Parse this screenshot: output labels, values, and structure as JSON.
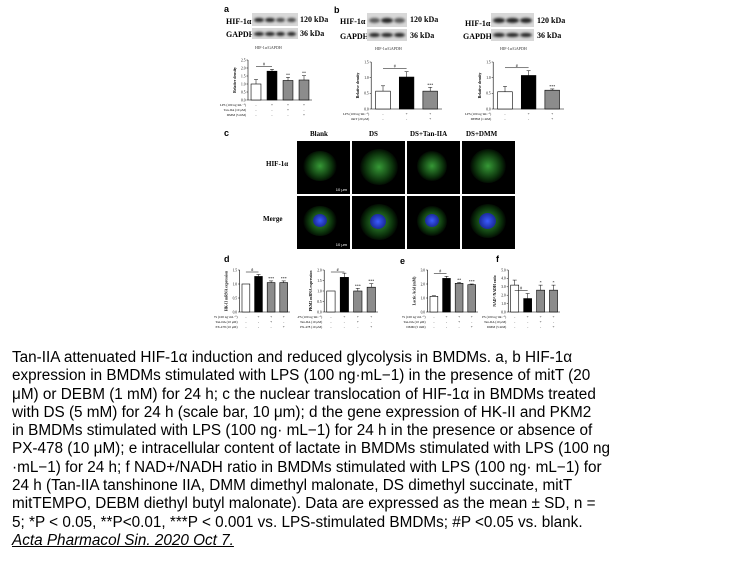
{
  "panels": {
    "a": {
      "letter": "a",
      "blot_labels": [
        "HIF-1α",
        "GAPDH"
      ],
      "sizes": [
        "120 kDa",
        "36 kDa"
      ],
      "chart_title": "HIF-1α/GAPDH"
    },
    "b": {
      "letter": "b",
      "blot_labels": [
        "HIF-1α",
        "GAPDH"
      ],
      "sizes": [
        "120 kDa",
        "36 kDa"
      ],
      "chart_title": "HIF-1α/GAPDH"
    },
    "b2": {
      "blot_labels": [
        "HIF-1α",
        "GAPDH"
      ],
      "sizes": [
        "120 kDa",
        "36 kDa"
      ],
      "chart_title": "HIF-1α/GAPDH"
    },
    "c": {
      "letter": "c",
      "columns": [
        "Blank",
        "DS",
        "DS+Tan-IIA",
        "DS+DMM"
      ],
      "rows": [
        "HIF-1α",
        "Merge"
      ],
      "scale_bar": "10 μm"
    },
    "d": {
      "letter": "d"
    },
    "e": {
      "letter": "e"
    },
    "f": {
      "letter": "f"
    }
  },
  "chart_data": [
    {
      "id": "a",
      "type": "bar",
      "ylabel": "Relative density",
      "ylim": [
        0,
        2.5
      ],
      "ticks": [
        0,
        0.5,
        1.0,
        1.5,
        2.0,
        2.5
      ],
      "values": [
        1.0,
        1.8,
        1.22,
        1.25
      ],
      "errors": [
        0.28,
        0.12,
        0.2,
        0.27
      ],
      "sig": [
        "",
        "",
        "**",
        "**"
      ],
      "hash": "#",
      "conditions": [
        {
          "label": "LPS (100 ng·mL⁻¹)",
          "marks": [
            "-",
            "+",
            "+",
            "+"
          ]
        },
        {
          "label": "Tan-IIA (10 μM)",
          "marks": [
            "-",
            "-",
            "+",
            "-"
          ]
        },
        {
          "label": "DMM (5 mM)",
          "marks": [
            "-",
            "-",
            "-",
            "+"
          ]
        }
      ]
    },
    {
      "id": "b1",
      "type": "bar",
      "ylabel": "Relative density",
      "ylim": [
        0,
        1.5
      ],
      "ticks": [
        0,
        0.5,
        1.0,
        1.5
      ],
      "values": [
        0.57,
        1.02,
        0.57
      ],
      "errors": [
        0.17,
        0.17,
        0.12
      ],
      "sig": [
        "",
        "",
        "***"
      ],
      "hash": "#",
      "conditions": [
        {
          "label": "LPS (100 ng·mL⁻¹)",
          "marks": [
            "-",
            "+",
            "+"
          ]
        },
        {
          "label": "mitT (20 μM)",
          "marks": [
            "-",
            "-",
            "+"
          ]
        }
      ]
    },
    {
      "id": "b2",
      "type": "bar",
      "ylabel": "Relative density",
      "ylim": [
        0,
        1.5
      ],
      "ticks": [
        0,
        0.5,
        1.0,
        1.5
      ],
      "values": [
        0.55,
        1.07,
        0.6
      ],
      "errors": [
        0.17,
        0.15,
        0.04
      ],
      "sig": [
        "",
        "",
        "***"
      ],
      "hash": "#",
      "conditions": [
        {
          "label": "LPS (100 ng·mL⁻¹)",
          "marks": [
            "-",
            "+",
            "+"
          ]
        },
        {
          "label": "DEBM (1 mM)",
          "marks": [
            "-",
            "-",
            "+"
          ]
        }
      ]
    },
    {
      "id": "d1",
      "type": "bar",
      "ylabel": "HK-II mRNA expression",
      "ylim": [
        0,
        1.5
      ],
      "ticks": [
        0,
        0.5,
        1.0,
        1.5
      ],
      "values": [
        1.0,
        1.27,
        1.05,
        1.05
      ],
      "errors": [
        0,
        0.07,
        0.06,
        0.06
      ],
      "sig": [
        "",
        "",
        "***",
        "***"
      ],
      "hash": "#",
      "conditions": [
        {
          "label": "LPS (100 ng·mL⁻¹)",
          "marks": [
            "-",
            "+",
            "+",
            "+"
          ]
        },
        {
          "label": "Tan-IIA (10 μM)",
          "marks": [
            "-",
            "-",
            "+",
            "-"
          ]
        },
        {
          "label": "PX-478 (10 μM)",
          "marks": [
            "-",
            "-",
            "-",
            "+"
          ]
        }
      ]
    },
    {
      "id": "d2",
      "type": "bar",
      "ylabel": "PKM2 mRNA expression",
      "ylim": [
        0,
        2.0
      ],
      "ticks": [
        0,
        0.5,
        1.0,
        1.5,
        2.0
      ],
      "values": [
        1.0,
        1.65,
        1.0,
        1.18
      ],
      "errors": [
        0,
        0.2,
        0.13,
        0.17
      ],
      "sig": [
        "",
        "",
        "***",
        "***"
      ],
      "hash": "#",
      "conditions": [
        {
          "label": "LPS (100 ng·mL⁻¹)",
          "marks": [
            "-",
            "+",
            "+",
            "+"
          ]
        },
        {
          "label": "Tan-IIA (10 μM)",
          "marks": [
            "-",
            "-",
            "+",
            "-"
          ]
        },
        {
          "label": "PX-478 (10 μM)",
          "marks": [
            "-",
            "-",
            "-",
            "+"
          ]
        }
      ]
    },
    {
      "id": "e",
      "type": "bar",
      "ylabel": "Lactic Acid (mM)",
      "ylim": [
        0,
        3
      ],
      "ticks": [
        0,
        1,
        2,
        3
      ],
      "values": [
        1.12,
        2.4,
        2.05,
        1.95
      ],
      "errors": [
        0.04,
        0.15,
        0.06,
        0.05
      ],
      "sig": [
        "",
        "",
        "**",
        "***"
      ],
      "hash": "#",
      "conditions": [
        {
          "label": "LPS (100 ng·mL⁻¹)",
          "marks": [
            "-",
            "+",
            "+",
            "+"
          ]
        },
        {
          "label": "Tan-IIA (10 μM)",
          "marks": [
            "-",
            "-",
            "+",
            "-"
          ]
        },
        {
          "label": "DMM (5 mM)",
          "marks": [
            "-",
            "-",
            "-",
            "+"
          ]
        }
      ]
    },
    {
      "id": "f",
      "type": "bar",
      "ylabel": "NAD⁺/NADH ratio",
      "ylim": [
        0,
        5
      ],
      "ticks": [
        0,
        1,
        2,
        3,
        4,
        5
      ],
      "values": [
        3.2,
        1.6,
        2.6,
        2.6
      ],
      "errors": [
        0.6,
        0.6,
        0.6,
        0.6
      ],
      "sig": [
        "",
        "",
        "*",
        "*"
      ],
      "hash": "#",
      "conditions": [
        {
          "label": "LPS (100 ng·mL⁻¹)",
          "marks": [
            "-",
            "+",
            "+",
            "+"
          ]
        },
        {
          "label": "Tan-IIA (10 μM)",
          "marks": [
            "-",
            "-",
            "+",
            "-"
          ]
        },
        {
          "label": "DMM (5 mM)",
          "marks": [
            "-",
            "-",
            "-",
            "+"
          ]
        }
      ]
    }
  ],
  "colors": {
    "bars": [
      "#ffffff",
      "#000000",
      "#8c8c8c",
      "#8c8c8c"
    ]
  },
  "caption": {
    "lines": [
      "Tan-IIA attenuated HIF-1α induction and reduced glycolysis in BMDMs. a, b HIF-1α",
      "expression in BMDMs stimulated with LPS (100 ng·mL−1) in the presence of mitT (20",
      "μM) or DEBM (1 mM) for 24 h; c the nuclear translocation of HIF-1α in BMDMs treated",
      "with DS (5 mM) for 24 h (scale bar, 10 μm); d the gene expression of HK-II and PKM2",
      "in BMDMs stimulated with LPS (100 ng· mL−1) for 24 h in the presence or absence of",
      "PX-478 (10 μM); e intracellular content of lactate in BMDMs stimulated with LPS (100 ng",
      "·mL−1) for 24 h; f NAD+/NADH ratio in BMDMs stimulated with LPS (100 ng· mL−1) for",
      "24 h (Tan-IIA tanshinone IIA, DMM dimethyl malonate, DS dimethyl succinate, mitT",
      "mitTEMPO, DEBM diethyl butyl malonate). Data are expressed as the mean ± SD, n =",
      "5; *P < 0.05, **P<0.01, ***P < 0.001 vs. LPS-stimulated BMDMs; #P <0.05 vs. blank."
    ],
    "citation": "Acta Pharmacol Sin. 2020 Oct 7."
  }
}
